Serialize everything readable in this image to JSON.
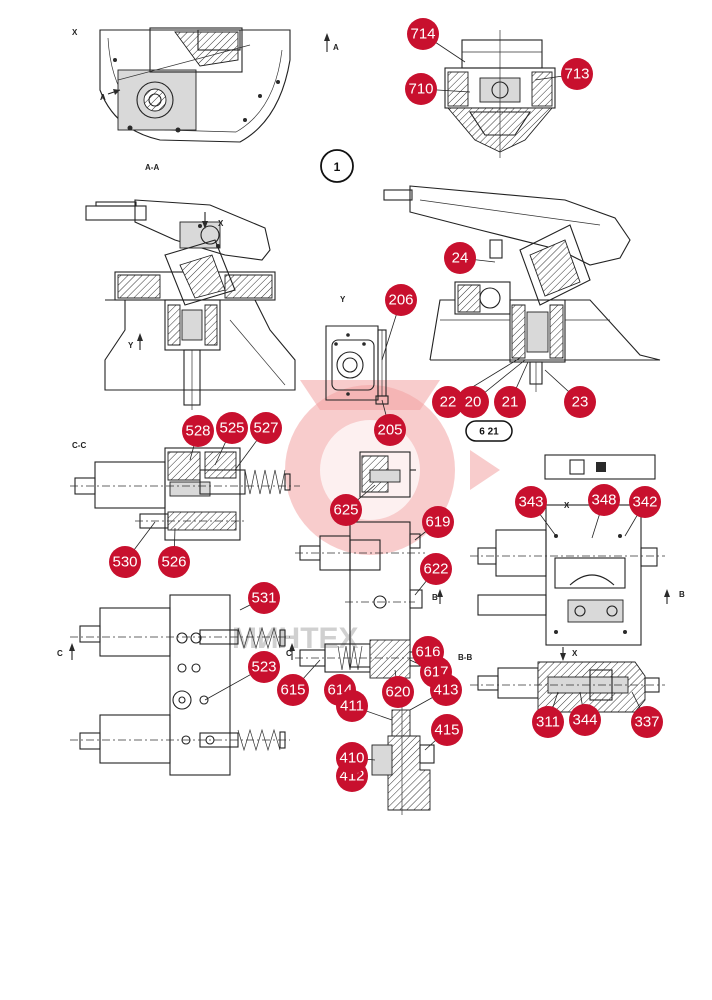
{
  "view_labels": {
    "x_top": "X",
    "a_left": "A",
    "a_right": "A",
    "aa": "A-A",
    "x_mid": "X",
    "y_left": "Y",
    "y_mid": "Y",
    "cc_top": "C-C",
    "x_right": "X",
    "b_right": "B",
    "b_mid": "B",
    "c_left": "C",
    "c_right": "C",
    "bb": "B-B",
    "x_bottom": "X"
  },
  "figure_number": "1",
  "figure_reference": "6 21",
  "watermark": "МИНТЕХ",
  "callouts": [
    "714",
    "710",
    "713",
    "24",
    "206",
    "22",
    "20",
    "21",
    "23",
    "528",
    "525",
    "527",
    "205",
    "625",
    "343",
    "348",
    "342",
    "530",
    "526",
    "619",
    "622",
    "531",
    "523",
    "615",
    "616",
    "617",
    "620",
    "413",
    "411",
    "415",
    "410",
    "412",
    "311",
    "344",
    "337",
    "614"
  ]
}
